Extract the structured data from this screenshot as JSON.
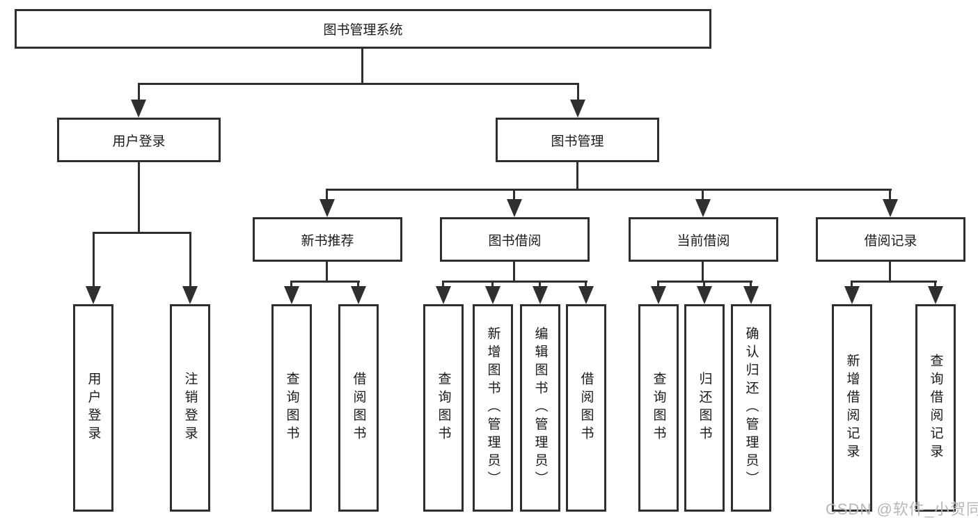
{
  "tree": {
    "root": {
      "label": "图书管理系统"
    },
    "branches": [
      {
        "label": "用户登录",
        "children": [
          {
            "label": "用户登录"
          },
          {
            "label": "注销登录"
          }
        ]
      },
      {
        "label": "图书管理",
        "children": [
          {
            "label": "新书推荐",
            "children": [
              {
                "label": "查询图书"
              },
              {
                "label": "借阅图书"
              }
            ]
          },
          {
            "label": "图书借阅",
            "children": [
              {
                "label": "查询图书"
              },
              {
                "label": "新增图书（管理员）"
              },
              {
                "label": "编辑图书（管理员）"
              },
              {
                "label": "借阅图书"
              }
            ]
          },
          {
            "label": "当前借阅",
            "children": [
              {
                "label": "查询图书"
              },
              {
                "label": "归还图书"
              },
              {
                "label": "确认归还（管理员）"
              }
            ]
          },
          {
            "label": "借阅记录",
            "children": [
              {
                "label": "新增借阅记录"
              },
              {
                "label": "查询借阅记录"
              }
            ]
          }
        ]
      }
    ]
  },
  "watermark": "CSDN @软件_小贺同学",
  "colors": {
    "line": "#2f2f2f",
    "box_border": "#2f2f2f",
    "text": "#1a1a1a",
    "watermark": "#b4b8bd",
    "background": "#ffffff"
  }
}
